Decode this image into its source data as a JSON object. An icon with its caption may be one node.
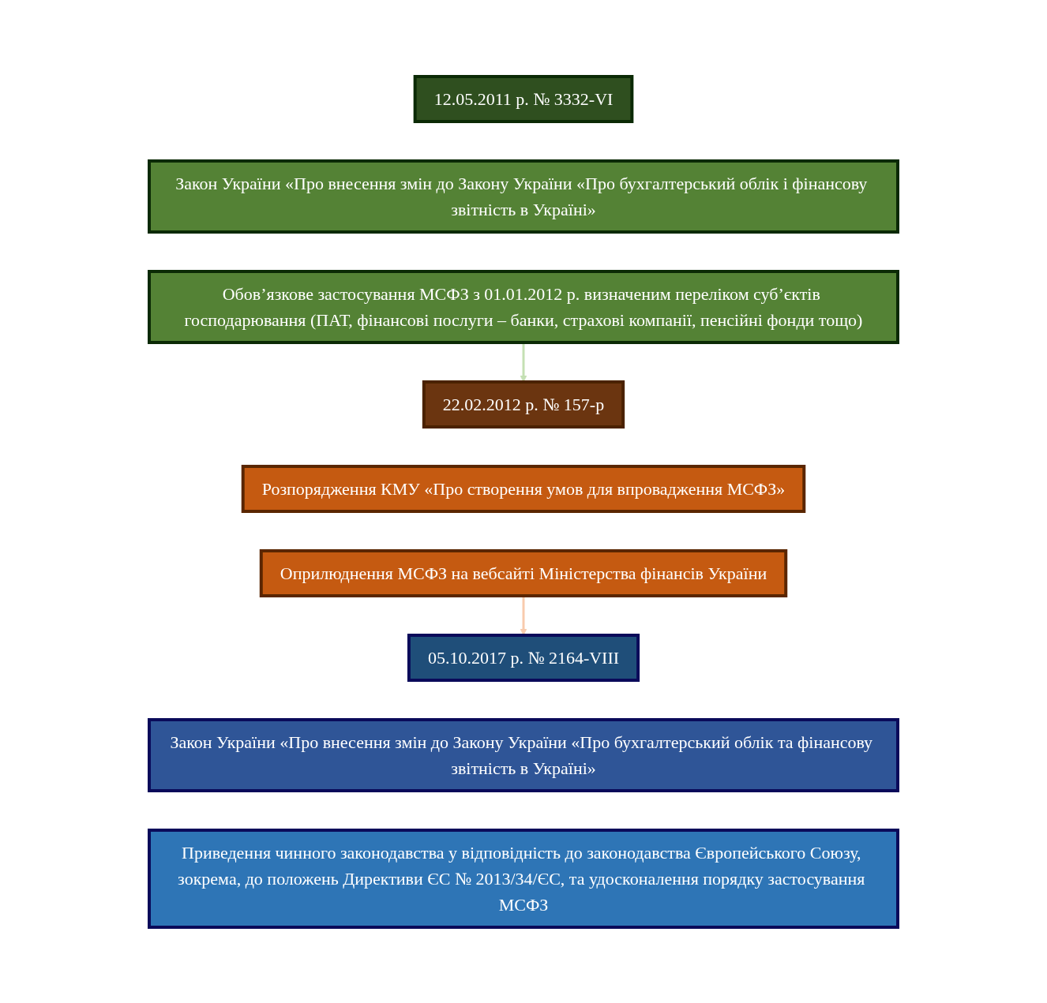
{
  "diagram": {
    "nodes": [
      {
        "text": [
          "12.05.2011 р. № 3332-VI"
        ]
      },
      {
        "text": [
          "Закон України «Про внесення змін до Закону України «Про бухгалтерський облік і фінансову звітність в Україні»"
        ]
      },
      {
        "text": [
          "Обов’язкове застосування МСФЗ з 01.01.2012 р. визначеним переліком суб’єктів господарювання (ПАТ, фінансові послуги – банки, страхові компанії, пенсійні фонди тощо)"
        ]
      },
      {
        "text": [
          "22.02.2012 р. № 157-р"
        ]
      },
      {
        "text": [
          "Розпорядження КМУ «Про створення умов для впровадження МСФЗ»"
        ]
      },
      {
        "text": [
          "Оприлюднення МСФЗ на вебсайті Міністерства фінансів України"
        ]
      },
      {
        "text": [
          "05.10.2017 р. № 2164-VIII"
        ]
      },
      {
        "text": [
          "Закон України «Про внесення змін до Закону України «Про бухгалтерський облік та фінансову звітність в Україні»"
        ]
      },
      {
        "text": [
          "Приведення чинного законодавства у відповідність до законодавства Європейського Союзу, зокрема, до положень Директиви ЄС № 2013/34/ЄС, та удосконалення порядку застосування МСФЗ"
        ]
      }
    ],
    "edges": [
      {
        "from": 2,
        "to": 3,
        "arrow": "to"
      },
      {
        "from": 5,
        "to": 6,
        "arrow": "to"
      }
    ]
  }
}
